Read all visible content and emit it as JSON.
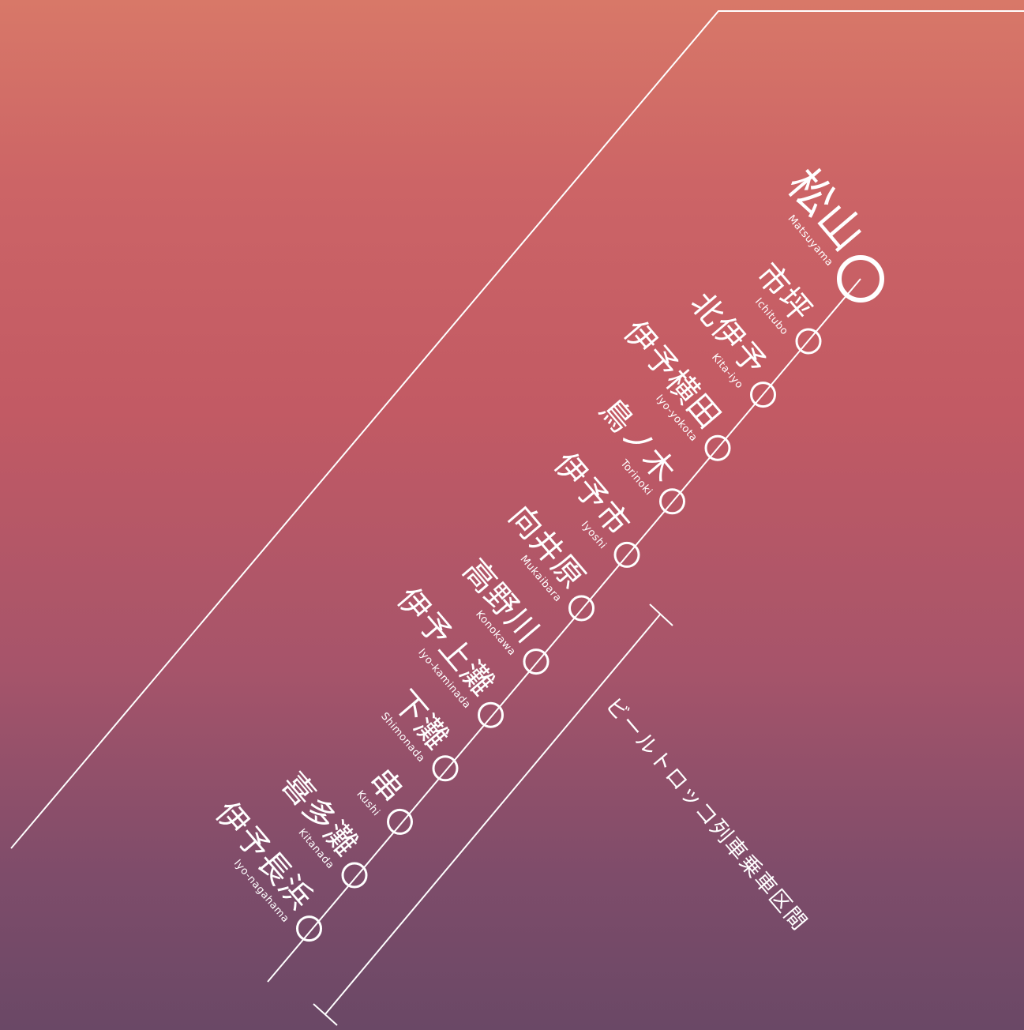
{
  "colors": {
    "line": "#ffffff",
    "background_top": "#d87868",
    "background_bottom": "#6a4866"
  },
  "stations": [
    {
      "ja": "松山",
      "en": "Matsuyama",
      "terminal": true
    },
    {
      "ja": "市坪",
      "en": "Ichitubo"
    },
    {
      "ja": "北伊予",
      "en": "Kita-iyo"
    },
    {
      "ja": "伊予横田",
      "en": "Iyo-yokota"
    },
    {
      "ja": "鳥ノ木",
      "en": "Torinoki"
    },
    {
      "ja": "伊予市",
      "en": "Iyoshi"
    },
    {
      "ja": "向井原",
      "en": "Mukaibara"
    },
    {
      "ja": "高野川",
      "en": "Konokawa"
    },
    {
      "ja": "伊予上灘",
      "en": "Iyo-kaminada"
    },
    {
      "ja": "下灘",
      "en": "Shimonada"
    },
    {
      "ja": "串",
      "en": "Kushi"
    },
    {
      "ja": "喜多灘",
      "en": "Kitanada"
    },
    {
      "ja": "伊予長浜",
      "en": "Iyo-nagahama"
    }
  ],
  "section_label": "ビールトロッコ列車乗車区間"
}
